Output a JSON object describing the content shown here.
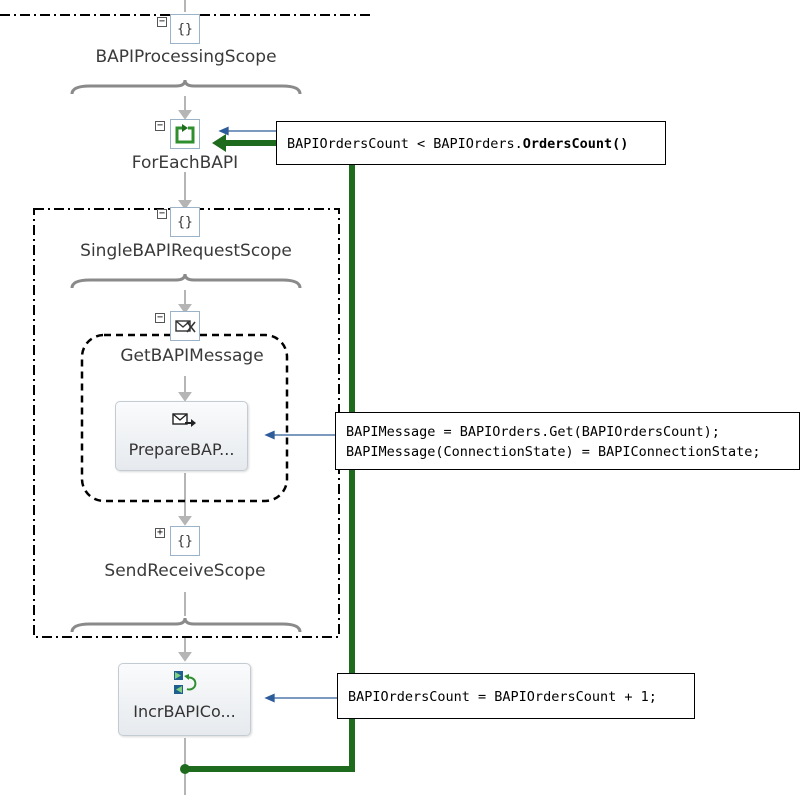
{
  "colors": {
    "loop_line": "#1e6b1e",
    "connector": "#b5b5b5",
    "callout_arrow": "#2e5c9a",
    "icon_border": "#9ab3c8"
  },
  "scopes": {
    "processing": {
      "label": "BAPIProcessingScope",
      "icon": "{}",
      "toggle": "−"
    },
    "single_request": {
      "label": "SingleBAPIRequestScope",
      "icon": "{}",
      "toggle": "−"
    },
    "send_receive": {
      "label": "SendReceiveScope",
      "icon": "{}",
      "toggle": "+"
    }
  },
  "foreach": {
    "label": "ForEachBAPI",
    "icon": "loop-icon",
    "toggle": "−"
  },
  "get_message": {
    "label": "GetBAPIMessage",
    "icon": "message-construct-icon",
    "toggle": "−"
  },
  "activities": {
    "prepare": {
      "label": "PrepareBAP...",
      "icon": "message-assign-icon"
    },
    "increment": {
      "label": "IncrBAPICo...",
      "icon": "expression-icon"
    }
  },
  "callouts": {
    "loop_condition": {
      "plain": "BAPIOrdersCount < BAPIOrders.",
      "bold": "OrdersCount()"
    },
    "prepare_lines": [
      "BAPIMessage = BAPIOrders.Get(BAPIOrdersCount);",
      "BAPIMessage(ConnectionState) = BAPIConnectionState;"
    ],
    "increment": "BAPIOrdersCount = BAPIOrdersCount + 1;"
  }
}
